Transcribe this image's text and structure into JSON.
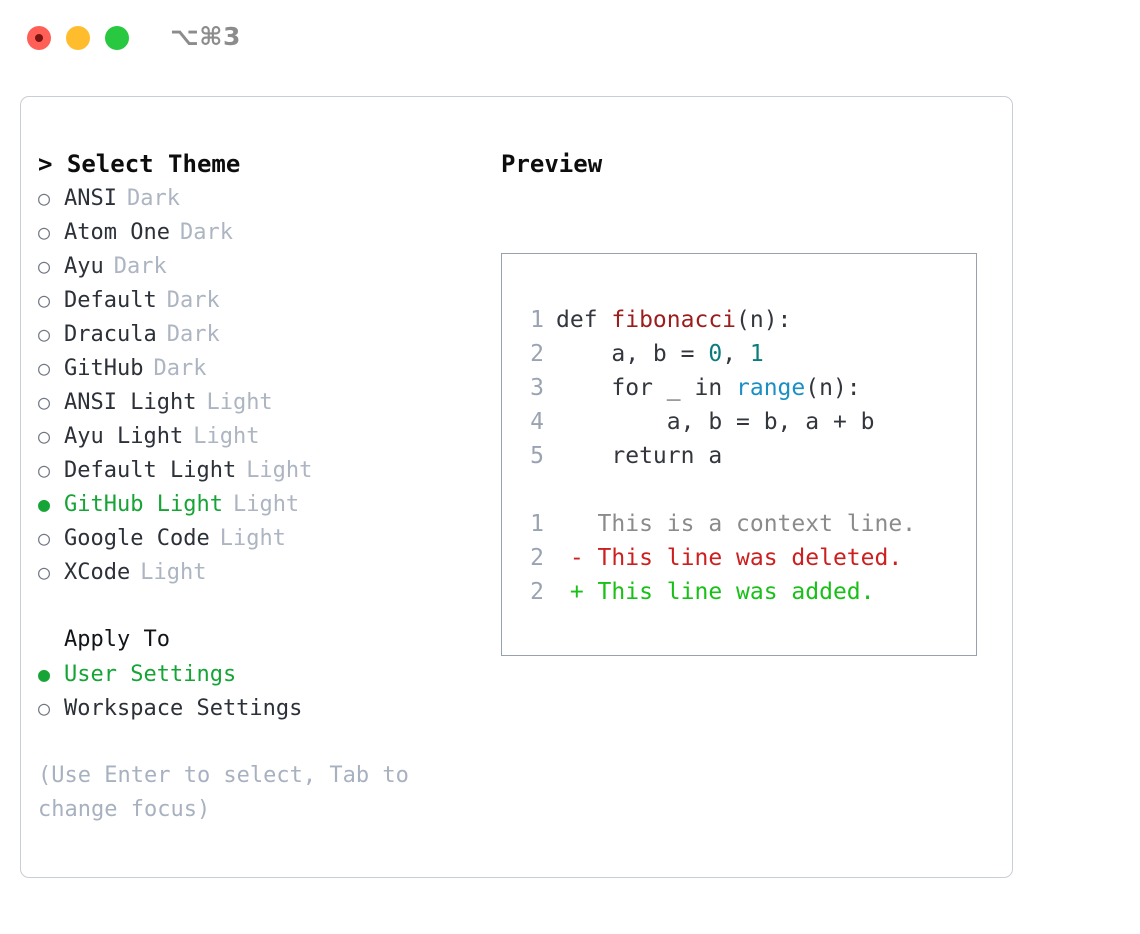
{
  "titlebar": {
    "shortcut": "⌥⌘3",
    "buttons": [
      {
        "name": "close",
        "color": "#ff5f57"
      },
      {
        "name": "minimize",
        "color": "#ffbd2e"
      },
      {
        "name": "maximize",
        "color": "#28c840"
      }
    ]
  },
  "theme_picker": {
    "header": "> Select Theme",
    "items": [
      {
        "marker": "○",
        "label": "ANSI",
        "tag": "Dark",
        "selected": false
      },
      {
        "marker": "○",
        "label": "Atom One",
        "tag": "Dark",
        "selected": false
      },
      {
        "marker": "○",
        "label": "Ayu",
        "tag": "Dark",
        "selected": false
      },
      {
        "marker": "○",
        "label": "Default",
        "tag": "Dark",
        "selected": false
      },
      {
        "marker": "○",
        "label": "Dracula",
        "tag": "Dark",
        "selected": false
      },
      {
        "marker": "○",
        "label": "GitHub",
        "tag": "Dark",
        "selected": false
      },
      {
        "marker": "○",
        "label": "ANSI Light",
        "tag": "Light",
        "selected": false
      },
      {
        "marker": "○",
        "label": "Ayu Light",
        "tag": "Light",
        "selected": false
      },
      {
        "marker": "○",
        "label": "Default Light",
        "tag": "Light",
        "selected": false
      },
      {
        "marker": "●",
        "label": "GitHub Light",
        "tag": "Light",
        "selected": true
      },
      {
        "marker": "○",
        "label": "Google Code",
        "tag": "Light",
        "selected": false
      },
      {
        "marker": "○",
        "label": "XCode",
        "tag": "Light",
        "selected": false
      }
    ]
  },
  "apply_to": {
    "header": "Apply To",
    "items": [
      {
        "marker": "●",
        "label": "User Settings",
        "selected": true
      },
      {
        "marker": "○",
        "label": "Workspace Settings",
        "selected": false
      }
    ]
  },
  "hint": "(Use Enter to select, Tab to change focus)",
  "preview": {
    "header": "Preview",
    "code_lines": [
      {
        "no": "1",
        "tokens": [
          {
            "t": "def ",
            "k": "kw"
          },
          {
            "t": "fibonacci",
            "k": "fn"
          },
          {
            "t": "(n):",
            "k": "plain"
          }
        ]
      },
      {
        "no": "2",
        "tokens": [
          {
            "t": "    a, b = ",
            "k": "plain"
          },
          {
            "t": "0",
            "k": "num"
          },
          {
            "t": ", ",
            "k": "plain"
          },
          {
            "t": "1",
            "k": "num"
          }
        ]
      },
      {
        "no": "3",
        "tokens": [
          {
            "t": "    for _ in ",
            "k": "kw"
          },
          {
            "t": "range",
            "k": "call"
          },
          {
            "t": "(n):",
            "k": "plain"
          }
        ]
      },
      {
        "no": "4",
        "tokens": [
          {
            "t": "        a, b = b, a + b",
            "k": "plain"
          }
        ]
      },
      {
        "no": "5",
        "tokens": [
          {
            "t": "    return a",
            "k": "kw"
          }
        ]
      }
    ],
    "diff_lines": [
      {
        "no": "1",
        "sign": " ",
        "text": "This is a context line.",
        "kind": "context"
      },
      {
        "no": "2",
        "sign": "-",
        "text": "This line was deleted.",
        "kind": "del"
      },
      {
        "no": "2",
        "sign": "+",
        "text": "This line was added.",
        "kind": "add"
      }
    ]
  },
  "colors": {
    "selected": "#17a436",
    "tag": "#adb5c2",
    "hint": "#a8b1c0",
    "diff_add": "#18c018",
    "diff_del": "#cc1f1f"
  }
}
